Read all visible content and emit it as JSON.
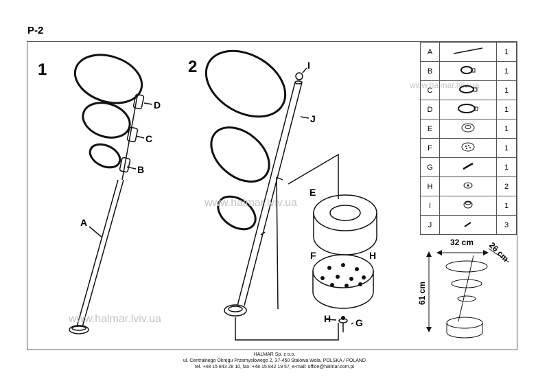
{
  "title": "P-2",
  "steps": [
    "1",
    "2"
  ],
  "callouts": {
    "step1": [
      "D",
      "C",
      "B",
      "A"
    ],
    "step2": [
      "I",
      "J",
      "E",
      "F",
      "H",
      "H",
      "G"
    ]
  },
  "parts": [
    {
      "letter": "A",
      "icon": "rod-icon",
      "qty": "1"
    },
    {
      "letter": "B",
      "icon": "small-ring-icon",
      "qty": "1"
    },
    {
      "letter": "C",
      "icon": "medium-ring-icon",
      "qty": "1"
    },
    {
      "letter": "D",
      "icon": "large-ring-icon",
      "qty": "1"
    },
    {
      "letter": "E",
      "icon": "base-ring-icon",
      "qty": "1"
    },
    {
      "letter": "F",
      "icon": "perforated-disc-icon",
      "qty": "1"
    },
    {
      "letter": "G",
      "icon": "screw-icon",
      "qty": "1"
    },
    {
      "letter": "H",
      "icon": "washer-icon",
      "qty": "2"
    },
    {
      "letter": "I",
      "icon": "cap-icon",
      "qty": "1"
    },
    {
      "letter": "J",
      "icon": "small-screw-icon",
      "qty": "3"
    }
  ],
  "dimensions": {
    "width": "32 cm",
    "depth": "26 cm",
    "height": "61 cm"
  },
  "watermark": "www.halmar.lviv.ua",
  "footer": {
    "company": "HALMAR Sp. z o.o.",
    "address": "ul. Centralnego Okręgu Przemysłowego 2, 37-450 Stalowa Wola, POLSKA / POLAND",
    "contact": "tel. +48 15 843 28 10, fax: +48 15 842 19 57, e-mail: office@halmar.com.pl"
  }
}
